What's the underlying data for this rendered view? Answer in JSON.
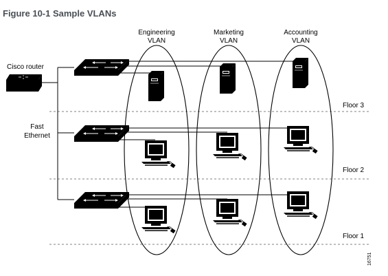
{
  "figure": {
    "title": "Figure 10-1 Sample VLANs",
    "id_number": "16751"
  },
  "vlans": [
    {
      "line1": "Engineering",
      "line2": "VLAN"
    },
    {
      "line1": "Marketing",
      "line2": "VLAN"
    },
    {
      "line1": "Accounting",
      "line2": "VLAN"
    }
  ],
  "devices": {
    "router_label": "Cisco router",
    "link_label_line1": "Fast",
    "link_label_line2": "Ethernet"
  },
  "floors": [
    "Floor 3",
    "Floor 2",
    "Floor 1"
  ],
  "icons": {
    "router": "router-icon",
    "switch": "switch-icon",
    "server": "server-icon",
    "workstation": "workstation-icon"
  }
}
